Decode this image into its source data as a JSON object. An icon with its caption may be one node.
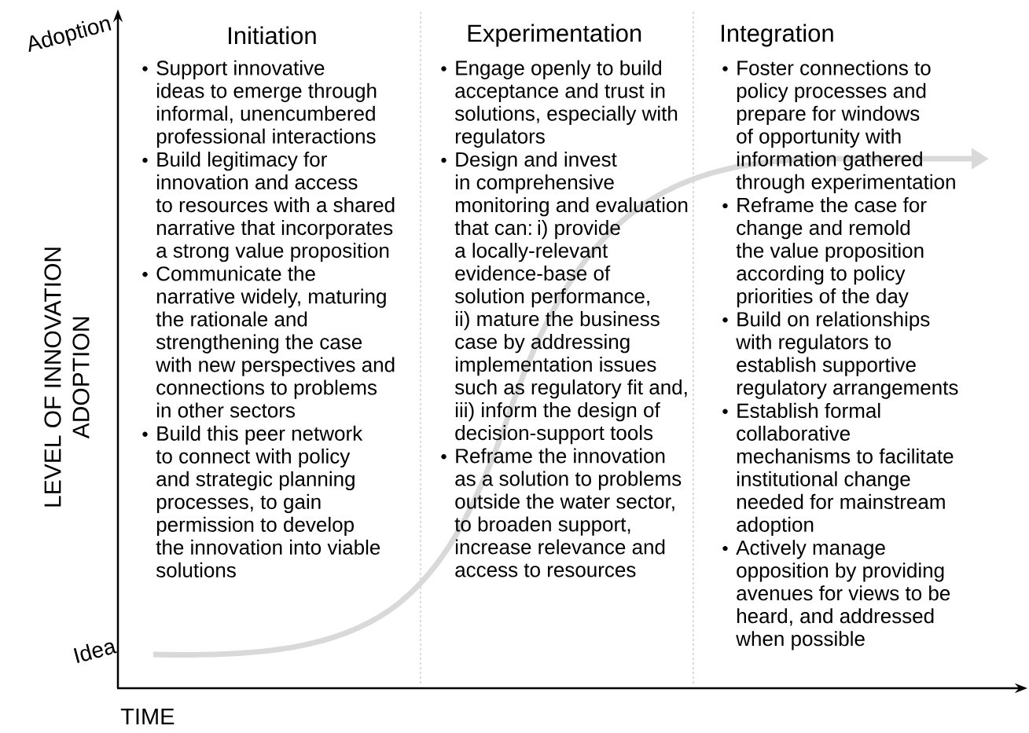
{
  "diagram": {
    "nodes": [
      {
        "text": [
          "Initiation"
        ]
      },
      {
        "text": [
          "Support innovative ideas to emerge through informal, unencumbered professional interactions"
        ]
      },
      {
        "text": [
          "Build legitimacy for innovation and access to resources with a shared narrative that incorporates a strong value proposition"
        ]
      },
      {
        "text": [
          "Communicate the narrative widely, maturing the rationale and strengthening the case with new perspectives and connections to problems in other sectors"
        ]
      },
      {
        "text": [
          "Build this peer network to connect with policy and strategic planning processes, to gain permission to develop the innovation into viable solutions"
        ]
      },
      {
        "text": [
          "Experimentation"
        ]
      },
      {
        "text": [
          "Engage openly to build acceptance and trust in solutions, especially with regulators"
        ]
      },
      {
        "text": [
          "Design and invest in comprehensive monitoring and evaluation that can: i) provide a locally-relevant evidence-base of solution performance, ii) mature the business case by addressing implementation issues such as regulatory fit and, iii) inform the design of decision-support tools"
        ]
      },
      {
        "text": [
          "Reframe the innovation as a solution to problems outside the water sector, to broaden support, increase relevance and access to resources"
        ]
      },
      {
        "text": [
          "Integration"
        ]
      },
      {
        "text": [
          "Foster connections to policy processes and prepare for windows of opportunity with information gathered through experimentation"
        ]
      },
      {
        "text": [
          "Reframe the case for change and remold the value proposition according to policy priorities of the day"
        ]
      },
      {
        "text": [
          "Build on relationships with regulators to establish supportive regulatory arrangements"
        ]
      },
      {
        "text": [
          "Establish formal collaborative mechanisms to facilitate institutional change needed for mainstream adoption"
        ]
      },
      {
        "text": [
          "Actively manage opposition by providing avenues for views to be heard, and addressed when possible"
        ]
      }
    ],
    "labels": [
      "Adoption",
      "Idea",
      "LEVEL OF INNOVATION ADOPTION",
      "TIME"
    ]
  }
}
